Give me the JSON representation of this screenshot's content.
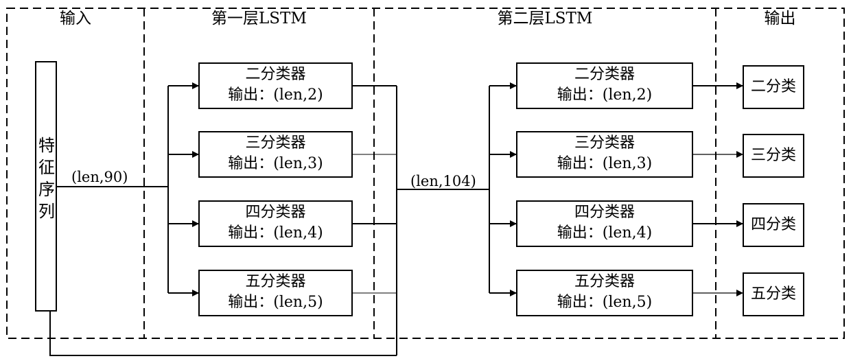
{
  "sections": {
    "input": "输入",
    "layer1": "第一层LSTM",
    "layer2": "第二层LSTM",
    "output": "输出"
  },
  "feature_sequence": [
    "特",
    "征",
    "序",
    "列"
  ],
  "dims": {
    "input_dim": "(len,90)",
    "concat_dim": "(len,104)"
  },
  "layer1_classifiers": [
    {
      "name": "二分类器",
      "out": "输出：(len,2)"
    },
    {
      "name": "三分类器",
      "out": "输出：(len,3)"
    },
    {
      "name": "四分类器",
      "out": "输出：(len,4)"
    },
    {
      "name": "五分类器",
      "out": "输出：(len,5)"
    }
  ],
  "layer2_classifiers": [
    {
      "name": "二分类器",
      "out": "输出：(len,2)"
    },
    {
      "name": "三分类器",
      "out": "输出：(len,3)"
    },
    {
      "name": "四分类器",
      "out": "输出：(len,4)"
    },
    {
      "name": "五分类器",
      "out": "输出：(len,5)"
    }
  ],
  "outputs": [
    "二分类",
    "三分类",
    "四分类",
    "五分类"
  ]
}
